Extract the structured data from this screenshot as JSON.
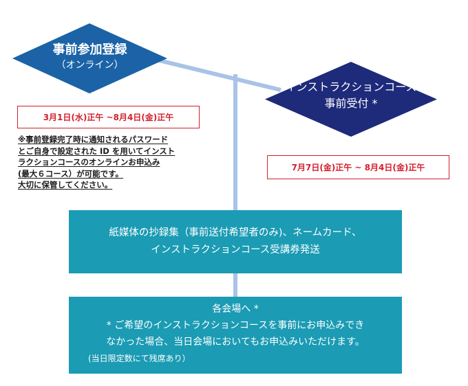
{
  "registration": {
    "title": "事前参加登録",
    "subtitle": "（オンライン）",
    "period": "3月1日(水)正午 ~8月4日(金)正午",
    "note_lines": [
      "※事前登録完了時に通知されるパスワード",
      "とご自身で設定された ID を用いてインスト",
      "ラクションコースのオンラインお申込み",
      "(最大６コース）が可能です。",
      "大切に保管してください。"
    ]
  },
  "instruction_course": {
    "title": "インストラクションコース",
    "subtitle": "事前受付 *",
    "period": "7月7日(金)正午 ~ 8月4日(金)正午"
  },
  "shipping": {
    "line1": "紙媒体の抄録集（事前送付希望者のみ)、ネームカード、",
    "line2": "インストラクションコース受講券発送"
  },
  "venue": {
    "title": "各会場へ *",
    "line1": "* ご希望のインストラクションコースを事前にお申込みでき",
    "line2": "なかった場合、当日会場においてもお申込みいただけます。",
    "line3": "(当日限定数にて残席あり）"
  },
  "colors": {
    "diamond_left": "#1b63a6",
    "diamond_right": "#1e2a7a",
    "connector": "#a9c3e6",
    "date_border": "#d21f2c",
    "teal_box": "#1b9bb4"
  }
}
